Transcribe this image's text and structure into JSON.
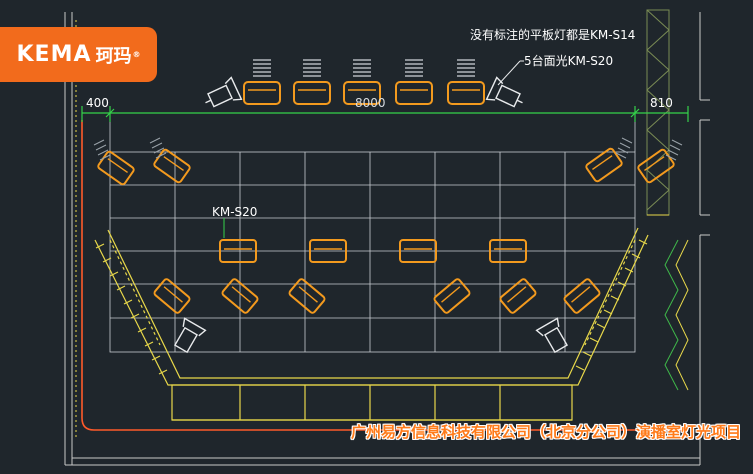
{
  "logo": {
    "brand": "KEMA",
    "chinese": "珂玛",
    "reg": "®"
  },
  "annotations": {
    "note_panel": "没有标注的平板灯都是KM-S14",
    "note_count": "5台面光KM-S20",
    "model_label": "KM-S20"
  },
  "dimensions": {
    "left": "400",
    "center": "8000",
    "right": "810"
  },
  "footer": {
    "title": "广州易方信息科技有限公司（北京分公司）演播室灯光项目"
  },
  "colors": {
    "background": "#1f262c",
    "fixture": "#f39a1e",
    "truss": "#e8d84a",
    "dimension": "#35d24a",
    "wall": "#ff5a2a",
    "grid": "#c7ccd1",
    "brand": "#f26b1c"
  }
}
